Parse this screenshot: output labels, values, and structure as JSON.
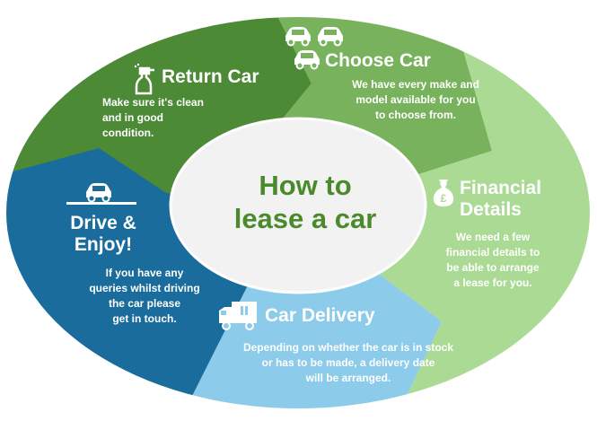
{
  "center": {
    "line1": "How to",
    "line2": "lease a car"
  },
  "steps": [
    {
      "id": "choose-car",
      "title": "Choose Car",
      "desc_lines": [
        "We have every make and",
        "model available for you",
        "to choose from."
      ],
      "icon": "cars-icon",
      "color": "#78b25c"
    },
    {
      "id": "financial-details",
      "title_lines": [
        "Financial",
        "Details"
      ],
      "desc_lines": [
        "We need a few",
        "financial details to",
        "be able to arrange",
        "a lease for you."
      ],
      "icon": "money-bag-icon",
      "color": "#abda94"
    },
    {
      "id": "car-delivery",
      "title": "Car Delivery",
      "desc_lines": [
        "Depending on whether the car is in stock",
        "or has to be made, a delivery date",
        "will be arranged."
      ],
      "icon": "delivery-truck-icon",
      "color": "#8ccbea"
    },
    {
      "id": "drive-enjoy",
      "title_lines": [
        "Drive &",
        "Enjoy!"
      ],
      "desc_lines": [
        "If you have any",
        "queries whilst driving",
        "the car please",
        "get in touch."
      ],
      "icon": "car-on-road-icon",
      "color": "#196c9c"
    },
    {
      "id": "return-car",
      "title": "Return Car",
      "desc_lines": [
        "Make sure it's clean",
        "and in good",
        "condition."
      ],
      "icon": "spray-bottle-icon",
      "color": "#4c8a36"
    }
  ],
  "colors": {
    "center_fill": "#f2f2f2",
    "center_text": "#4a8a2c"
  }
}
